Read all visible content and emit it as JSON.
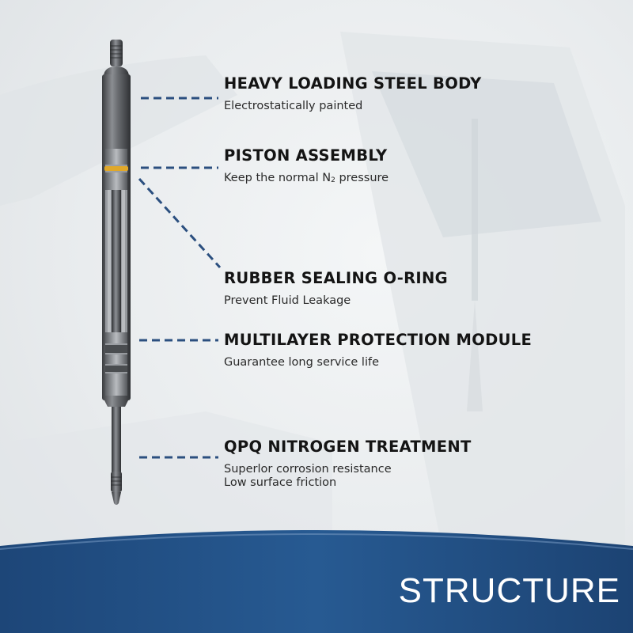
{
  "features": [
    {
      "title": "HEAVY LOADING STEEL BODY",
      "desc": [
        "Electrostatically painted"
      ]
    },
    {
      "title": "PISTON ASSEMBLY",
      "desc_parts": {
        "before": "Keep the normal N",
        "sub": "2",
        "after": " pressure"
      }
    },
    {
      "title": "RUBBER SEALING O-RING",
      "desc": [
        "Prevent Fluid Leakage"
      ]
    },
    {
      "title": "MULTILAYER PROTECTION MODULE",
      "desc": [
        "Guarantee long service life"
      ]
    },
    {
      "title": "QPQ NITROGEN TREATMENT",
      "desc": [
        "Superlor corrosion resistance",
        "Low surface friction"
      ]
    }
  ],
  "footer": {
    "title": "STRUCTURE"
  },
  "colors": {
    "band": "#1e4a7c",
    "band_light": "#3a6aa3",
    "leader": "#2b4f7f",
    "ring": "#e0a82a"
  }
}
